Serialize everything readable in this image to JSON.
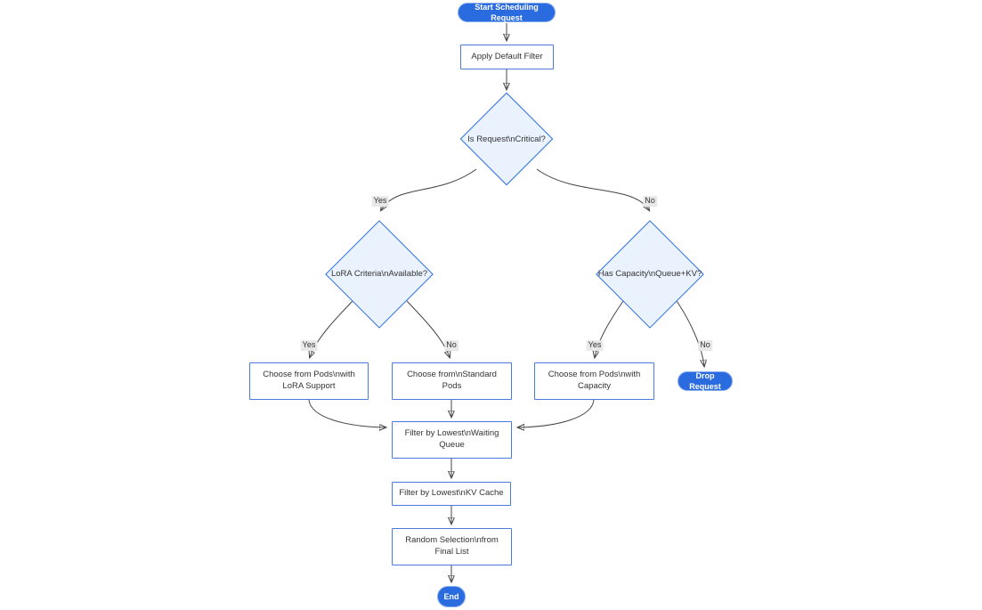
{
  "diagram": {
    "type": "flowchart",
    "background": "#ffffff",
    "colors": {
      "terminal_fill": "#2a6bdf",
      "terminal_text": "#ffffff",
      "process_fill": "#ffffff",
      "process_border": "#4a7ade",
      "decision_fill": "#e9f2fd",
      "decision_border": "#2f6fe0",
      "edge_stroke": "#444444",
      "edge_label_bg": "#e8e8e8",
      "text": "#333333"
    },
    "nodes": {
      "start": {
        "type": "terminal",
        "label": "Start Scheduling Request"
      },
      "apply_filter": {
        "type": "process",
        "label": "Apply Default Filter"
      },
      "is_critical": {
        "type": "decision",
        "label": "Is Request\\nCritical?"
      },
      "lora_criteria": {
        "type": "decision",
        "label": "LoRA Criteria\\nAvailable?"
      },
      "has_capacity": {
        "type": "decision",
        "label": "Has Capacity\\nQueue+KV?"
      },
      "choose_lora": {
        "type": "process",
        "lines": [
          "Choose from Pods\\nwith",
          "LoRA Support"
        ]
      },
      "choose_standard": {
        "type": "process",
        "lines": [
          "Choose from\\nStandard",
          "Pods"
        ]
      },
      "choose_capacity": {
        "type": "process",
        "lines": [
          "Choose from Pods\\nwith",
          "Capacity"
        ]
      },
      "drop_request": {
        "type": "terminal",
        "label": "Drop Request"
      },
      "filter_queue": {
        "type": "process",
        "lines": [
          "Filter by Lowest\\nWaiting",
          "Queue"
        ]
      },
      "filter_kv": {
        "type": "process",
        "lines": [
          "Filter by Lowest\\nKV Cache"
        ]
      },
      "random_selection": {
        "type": "process",
        "lines": [
          "Random Selection\\nfrom",
          "Final List"
        ]
      },
      "end": {
        "type": "terminal",
        "label": "End"
      }
    },
    "edge_labels": {
      "critical_yes": "Yes",
      "critical_no": "No",
      "lora_yes": "Yes",
      "lora_no": "No",
      "capacity_yes": "Yes",
      "capacity_no": "No"
    }
  }
}
